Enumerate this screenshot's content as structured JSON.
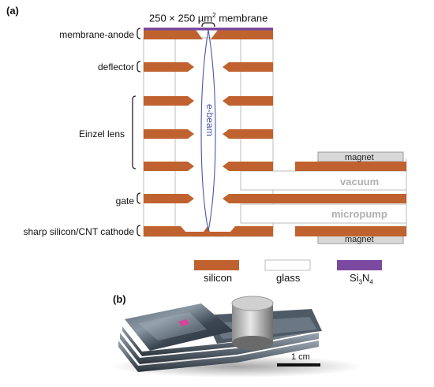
{
  "panels": {
    "a": "(a)",
    "b": "(b)"
  },
  "labels": {
    "membrane_anode": "membrane-anode",
    "deflector": "deflector",
    "einzel_lens": "Einzel lens",
    "gate": "gate",
    "cathode": "sharp silicon/CNT cathode",
    "membrane_size_a": "250 × 250 µm",
    "membrane_size_sup": "2",
    "membrane_size_b": " membrane",
    "ebeam": "e-beam",
    "magnet_top": "magnet",
    "magnet_bottom": "magnet",
    "vacuum": "vacuum",
    "micropump": "micropump",
    "scale_bar": "1 cm"
  },
  "legend": {
    "silicon": "silicon",
    "glass": "glass",
    "si3n4_a": "Si",
    "si3n4_sub1": "3",
    "si3n4_b": "N",
    "si3n4_sub2": "4"
  },
  "colors": {
    "silicon": "#c0622f",
    "glass": "#ffffff",
    "si3n4": "#7b4aa0",
    "magnet": "#d9d9d9",
    "beam": "#4a55a8",
    "pump_text": "#b0b0b0"
  }
}
